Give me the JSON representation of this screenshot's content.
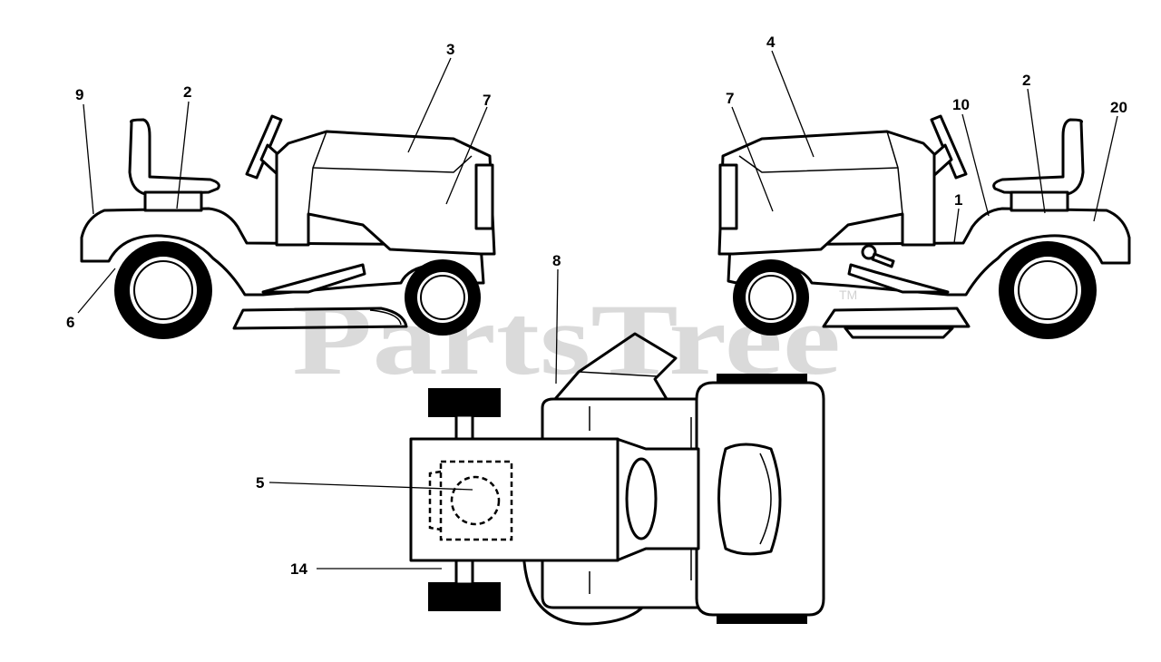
{
  "watermark": {
    "text": "PartsTree",
    "trademark": "TM"
  },
  "callouts": {
    "left_view": [
      "9",
      "2",
      "3",
      "7",
      "6"
    ],
    "right_view": [
      "4",
      "7",
      "10",
      "2",
      "20",
      "1"
    ],
    "top_view": [
      "8",
      "5",
      "14"
    ]
  }
}
